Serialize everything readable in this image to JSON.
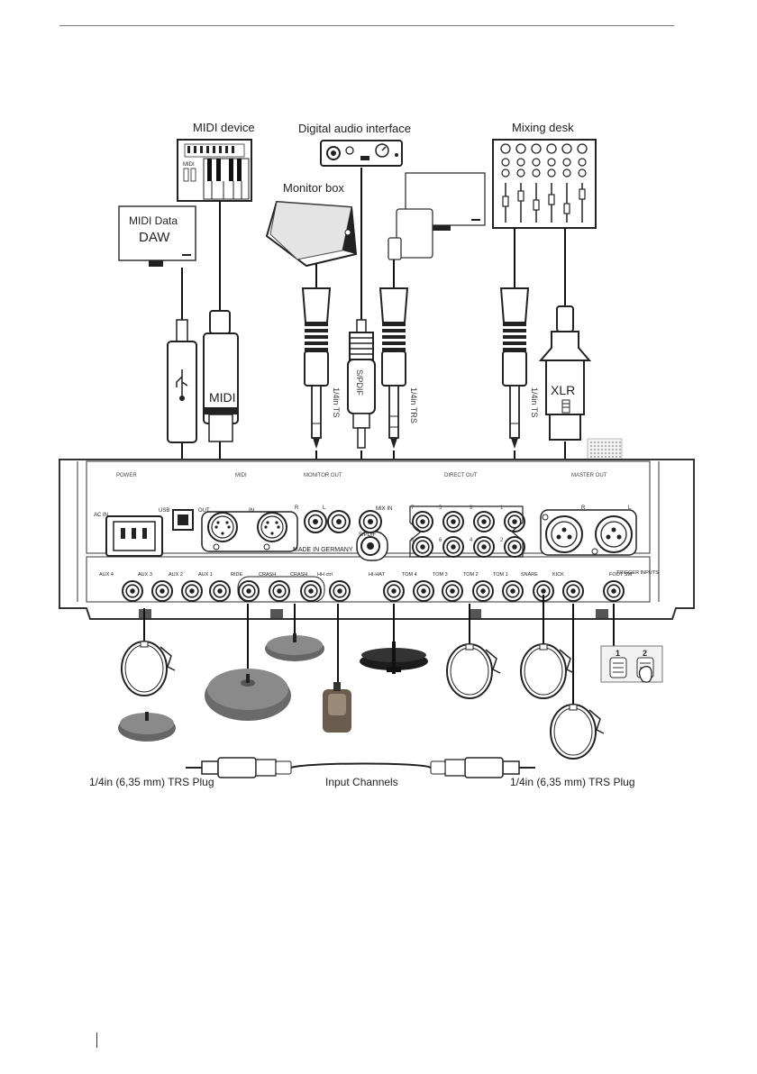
{
  "devices": {
    "midi_device": "MIDI device",
    "digital_audio_interface": "Digital audio interface",
    "mixing_desk": "Mixing desk",
    "monitor_box": "Monitor box",
    "daw_line1": "MIDI Data",
    "daw_line2": "DAW"
  },
  "plugs": {
    "midi": "MIDI",
    "spdif": "S/PDIF",
    "xlr": "XLR",
    "ts1": "1/4in TS",
    "trs": "1/4in TRS",
    "ts2": "1/4in TS"
  },
  "panel": {
    "sections": {
      "power": "POWER",
      "midi": "MIDI",
      "monitor_out": "MONITOR OUT",
      "direct_out": "DIRECT OUT",
      "master_out": "MASTER OUT"
    },
    "ac_in": "AC IN",
    "usb": "USB",
    "midi_out": "OUT",
    "midi_in": "IN",
    "made_in": "MADE IN GERMANY",
    "spdif": "S/PDIF",
    "mix_in": "MIX IN",
    "mon_r": "R",
    "mon_l": "L",
    "master_r": "R",
    "master_l": "L",
    "direct_top": [
      "7",
      "5",
      "3",
      "1"
    ],
    "direct_bottom": [
      "8",
      "6",
      "4",
      "2"
    ],
    "inputs": [
      "AUX 4",
      "AUX 3",
      "AUX 2",
      "AUX 1",
      "RIDE",
      "CRASH",
      "CRASH",
      "HH ctrl",
      "HI-HAT",
      "TOM 4",
      "TOM 3",
      "TOM 2",
      "TOM 1",
      "SNARE",
      "KICK",
      "FOOT SW",
      "TRIGGER INPUTS"
    ]
  },
  "pedal_numbers": [
    "1",
    "2"
  ],
  "bottom": {
    "left_plug": "1/4in (6,35 mm) TRS Plug",
    "center": "Input Channels",
    "right_plug": "1/4in (6,35 mm) TRS Plug"
  }
}
